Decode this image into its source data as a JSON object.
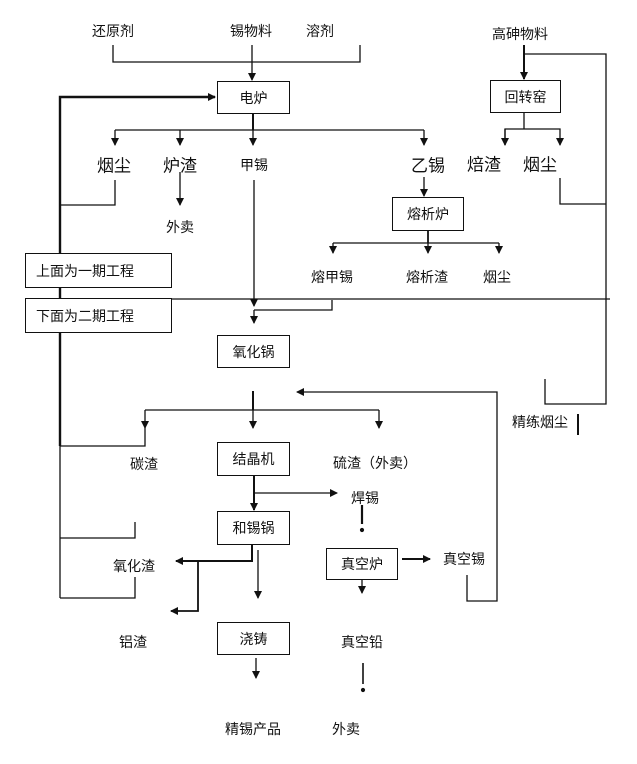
{
  "inputs": {
    "reducer": "还原剂",
    "tin_material": "锡物料",
    "flux": "溶剂",
    "high_arsenic": "高砷物料"
  },
  "boxes": {
    "electric_furnace": "电炉",
    "rotary_kiln": "回转窑",
    "liquation_furnace": "熔析炉",
    "oxidation_pot": "氧化锅",
    "crystallizer": "结晶机",
    "alloy_pot": "和锡锅",
    "vacuum_furnace": "真空炉",
    "casting": "浇铸"
  },
  "outputs": {
    "dust_1": "烟尘",
    "furnace_slag": "炉渣",
    "tin_a": "甲锡",
    "tin_b": "乙锡",
    "roast_slag": "焙渣",
    "dust_2": "烟尘",
    "sold_1": "外卖",
    "melt_tin_a": "熔甲锡",
    "liquation_slag": "熔析渣",
    "dust_3": "烟尘",
    "carbon_slag": "碳渣",
    "sulfur_slag": "硫渣（外卖）",
    "solder": "焊锡",
    "oxide_slag": "氧化渣",
    "aluminum_slag": "铝渣",
    "vacuum_tin": "真空锡",
    "vacuum_lead": "真空铅",
    "refined_dust": "精练烟尘",
    "refined_tin": "精锡产品",
    "sold_2": "外卖"
  },
  "notes": {
    "phase1": "上面为一期工程",
    "phase2": "下面为二期工程"
  }
}
